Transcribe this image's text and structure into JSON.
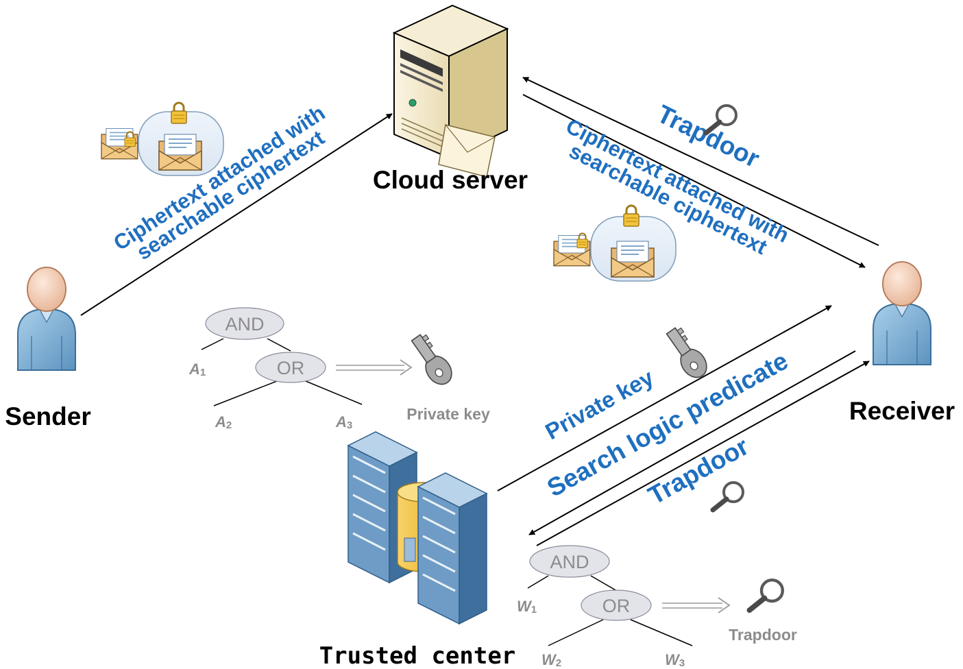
{
  "entities": {
    "cloud_server": "Cloud server",
    "sender": "Sender",
    "receiver": "Receiver",
    "trusted_center": "Trusted center"
  },
  "edges": {
    "sender_to_cloud": [
      "Ciphertext attached with",
      "searchable ciphertext"
    ],
    "cloud_to_receiver": [
      "Ciphertext attached with",
      "searchable ciphertext"
    ],
    "receiver_to_cloud": "Trapdoor",
    "trusted_to_receiver": "Private key",
    "receiver_to_trusted_query": "Search logic predicate",
    "trusted_to_receiver_trapdoor": "Trapdoor"
  },
  "policy_tree": {
    "root": "AND",
    "child": "OR",
    "leaf1": "A",
    "leaf1_sub": "1",
    "leaf2": "A",
    "leaf2_sub": "2",
    "leaf3": "A",
    "leaf3_sub": "3",
    "output": "Private key"
  },
  "keyword_tree": {
    "root": "AND",
    "child": "OR",
    "leaf1": "W",
    "leaf1_sub": "1",
    "leaf2": "W",
    "leaf2_sub": "2",
    "leaf3": "W",
    "leaf3_sub": "3",
    "output": "Trapdoor"
  },
  "colors": {
    "accent_text": "#1f6fbf",
    "muted_text": "#8c8c8c",
    "person_body": "#7fb0d6",
    "server_body": "#f3e8c8",
    "datacenter_blue": "#5f8fb8",
    "datacenter_gold": "#f0c040"
  },
  "icons": [
    "cloud-server-icon",
    "user-icon",
    "datacenter-icon",
    "envelope-icon",
    "padlock-icon",
    "key-icon",
    "magnifier-icon"
  ]
}
